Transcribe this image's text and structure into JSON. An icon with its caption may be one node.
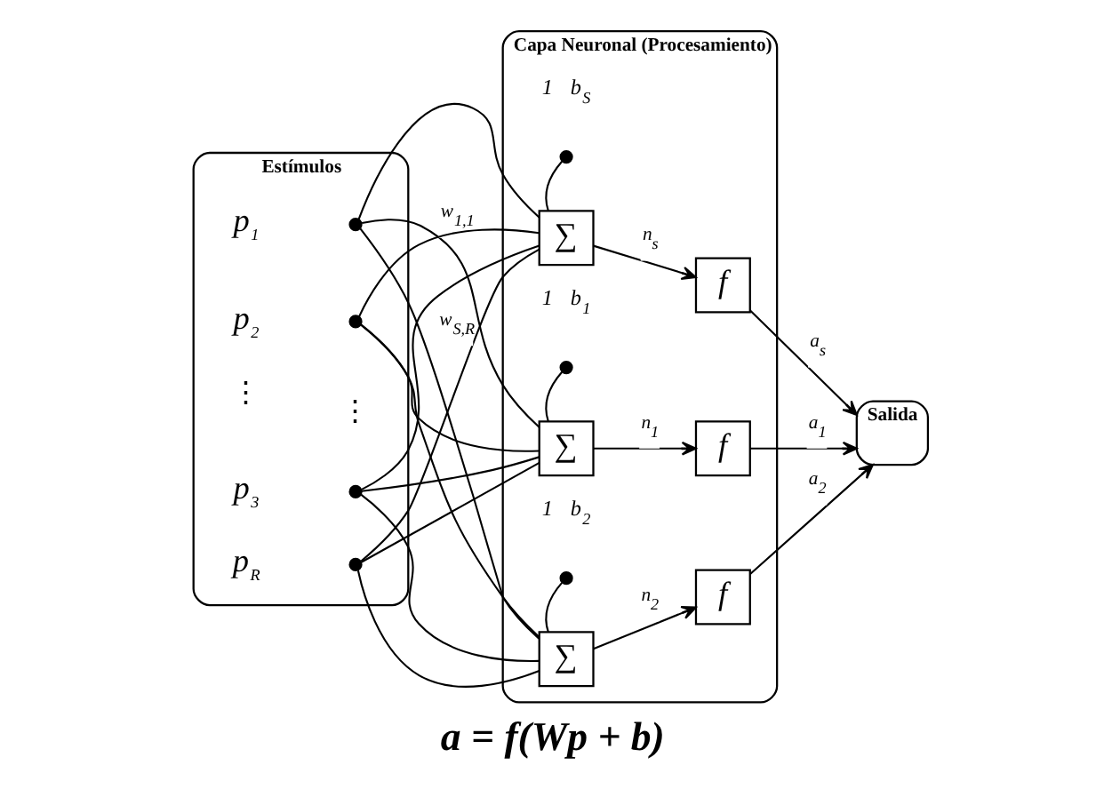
{
  "diagram": {
    "caption": "a = f(Wp + b)",
    "nodes": [
      {
        "text": [
          "Estímulos"
        ]
      },
      {
        "text": [],
        "shape": "circle",
        "beside": [
          "p$_{1}$"
        ],
        "in": 0
      },
      {
        "text": [],
        "shape": "circle",
        "beside": [
          "p$_{2}$"
        ],
        "in": 0
      },
      {
        "text": [],
        "shape": "circle",
        "beside": [
          "p$_{3}$"
        ],
        "in": 0
      },
      {
        "text": [],
        "shape": "circle",
        "beside": [
          "p$_{R}$"
        ],
        "in": 0
      },
      {
        "text": [
          "Capa Neuronal (Procesamiento)"
        ]
      },
      {
        "text": [
          "∑"
        ],
        "in": 5
      },
      {
        "text": [],
        "shape": "circle",
        "beside": [
          "1",
          "b$_{1}$"
        ],
        "in": 5
      },
      {
        "text": [
          "f"
        ],
        "in": 5
      },
      {
        "text": [
          "∑"
        ],
        "in": 5
      },
      {
        "text": [],
        "shape": "circle",
        "beside": [
          "1",
          "b$_{2}$"
        ],
        "in": 5
      },
      {
        "text": [
          "f"
        ],
        "in": 5
      },
      {
        "text": [
          "∑"
        ],
        "in": 5
      },
      {
        "text": [],
        "shape": "circle",
        "beside": [
          "1",
          "b$_{S}$"
        ],
        "in": 5
      },
      {
        "text": [
          "f"
        ],
        "in": 5
      },
      {
        "text": [
          "Salida"
        ]
      }
    ],
    "edges": [
      {
        "from": 1,
        "to": 6,
        "arrow": "none",
        "label": "w$_{1,1}$"
      },
      {
        "from": 1,
        "to": 9,
        "arrow": "none"
      },
      {
        "from": 1,
        "to": 12,
        "arrow": "none"
      },
      {
        "from": 2,
        "to": 6,
        "arrow": "none"
      },
      {
        "from": 2,
        "to": 9,
        "arrow": "none"
      },
      {
        "from": 2,
        "to": 12,
        "arrow": "none"
      },
      {
        "from": 3,
        "to": 6,
        "arrow": "none"
      },
      {
        "from": 3,
        "to": 9,
        "arrow": "none"
      },
      {
        "from": 3,
        "to": 12,
        "arrow": "none"
      },
      {
        "from": 4,
        "to": 6,
        "arrow": "none"
      },
      {
        "from": 4,
        "to": 9,
        "arrow": "none"
      },
      {
        "from": 4,
        "to": 12,
        "arrow": "none",
        "label": "w$_{S,R}$"
      },
      {
        "from": 7,
        "to": 6,
        "arrow": "none"
      },
      {
        "from": 10,
        "to": 9,
        "arrow": "none"
      },
      {
        "from": 13,
        "to": 12,
        "arrow": "none"
      },
      {
        "from": 6,
        "to": 8,
        "arrow": "to",
        "label": "n$_{1}$"
      },
      {
        "from": 9,
        "to": 11,
        "arrow": "to",
        "label": "n$_{2}$"
      },
      {
        "from": 12,
        "to": 14,
        "arrow": "to",
        "label": "n$_{s}$"
      },
      {
        "from": 8,
        "to": 15,
        "arrow": "to",
        "label": "a$_{1}$"
      },
      {
        "from": 11,
        "to": 15,
        "arrow": "to",
        "label": "a$_{2}$"
      },
      {
        "from": 14,
        "to": 15,
        "arrow": "to",
        "label": "a$_{s}$"
      }
    ],
    "labels": [
      "⋮",
      "⋮"
    ]
  }
}
